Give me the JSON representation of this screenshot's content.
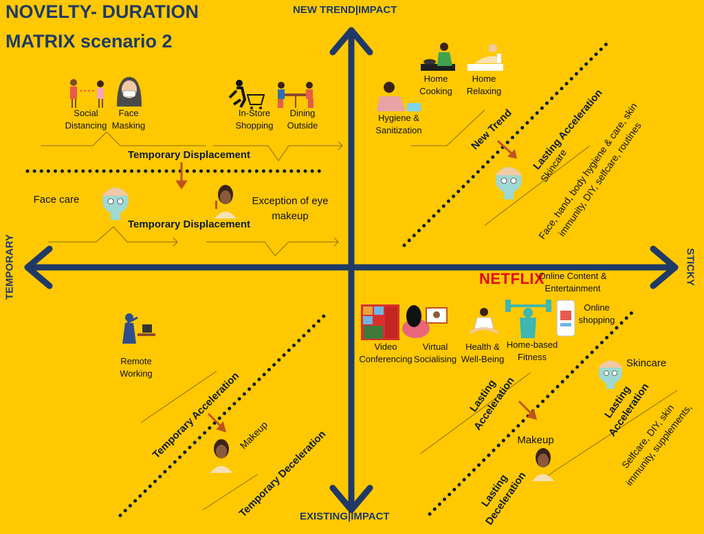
{
  "title": {
    "line1": "NOVELTY- DURATION",
    "line2": "MATRIX scenario 2"
  },
  "axes": {
    "top": "NEW TREND|IMPACT",
    "bottom": "EXISTING|IMPACT",
    "left": "TEMPORARY",
    "right": "STICKY"
  },
  "top_left": {
    "social_distancing": "Social\nDistancing",
    "face_masking": "Face\nMasking",
    "in_store_shopping": "In-Store\nShopping",
    "dining_outside": "Dining\nOutside",
    "temp_displacement_1": "Temporary Displacement",
    "temp_displacement_2": "Temporary Displacement",
    "face_care": "Face care",
    "eye_makeup": "Exception of eye\nmakeup"
  },
  "top_right": {
    "home_cooking": "Home\nCooking",
    "home_relaxing": "Home\nRelaxing",
    "hygiene": "Hygiene &\nSanitization",
    "new_trend": "New Trend",
    "lasting_acceleration": "Lasting Acceleration",
    "skincare": "Skincare",
    "skincare_detail": "Face, hand, body hygiene & care, skin\nimmunity, DIY, selfcare, routines"
  },
  "bottom_left": {
    "remote_working": "Remote\nWorking",
    "temp_acceleration": "Temporary Acceleration",
    "makeup": "Makeup",
    "temp_deceleration": "Temporary Deceleration"
  },
  "bottom_right": {
    "netflix": "NETFLIX",
    "online_content": "Online Content &\nEntertainment",
    "online_shopping": "Online\nshopping",
    "video_conferencing": "Video\nConferencing",
    "virtual_socialising": "Virtual\nSocialising",
    "health_wellbeing": "Health &\nWell-Being",
    "home_fitness": "Home-based\nFitness",
    "lasting_acceleration_1": "Lasting\nAcceleration",
    "lasting_acceleration_2": "Lasting\nAcceleration",
    "skincare": "Skincare",
    "skincare_detail": "Selfcare, DIY, skin\nimmunity, supplements,",
    "makeup": "Makeup",
    "lasting_deceleration": "Lasting\nDeceleration"
  },
  "colors": {
    "background": "#FFC800",
    "axis": "#1F3A66",
    "dots": "#0D1B33",
    "arrow": "#C0521E",
    "netflix": "#E50914"
  }
}
